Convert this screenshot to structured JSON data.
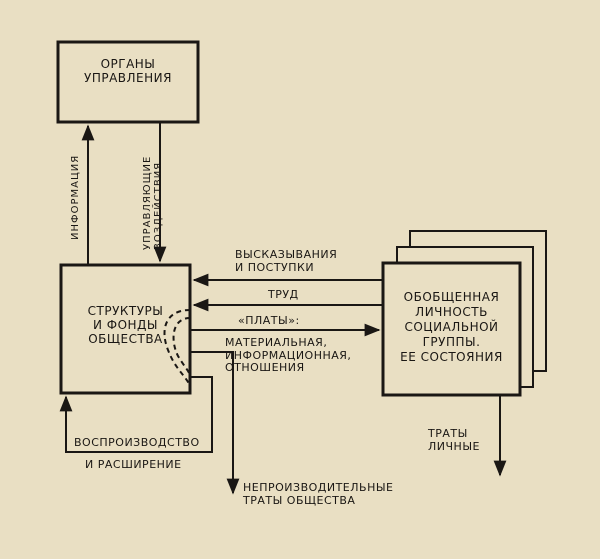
{
  "boxes": {
    "organs": "ОРГАНЫ\nУПРАВЛЕНИЯ",
    "structures": "СТРУКТУРЫ\nИ ФОНДЫ\nОБЩЕСТВА",
    "generalized": "ОБОБЩЕННАЯ\nЛИЧНОСТЬ\nСОЦИАЛЬНОЙ\nГРУППЫ.\nЕЕ СОСТОЯНИЯ"
  },
  "arrows": {
    "information": "ИНФОРМАЦИЯ",
    "control": "УПРАВЛЯЮЩИЕ\nВОЗДЕЙСТВИЯ",
    "statements": "ВЫСКАЗЫВАНИЯ\nИ ПОСТУПКИ",
    "labor": "ТРУД",
    "payments": "«ПЛАТЫ»:",
    "payments_detail": "МАТЕРИАЛЬНАЯ,\nИНФОРМАЦИОННАЯ,\nОТНОШЕНИЯ",
    "reproduction": "ВОСПРОИЗВОДСТВО",
    "expansion": "И РАСШИРЕНИЕ",
    "unproductive": "НЕПРОИЗВОДИТЕЛЬНЫЕ\nТРАТЫ ОБЩЕСТВА",
    "personal": "ТРАТЫ\nЛИЧНЫЕ"
  }
}
